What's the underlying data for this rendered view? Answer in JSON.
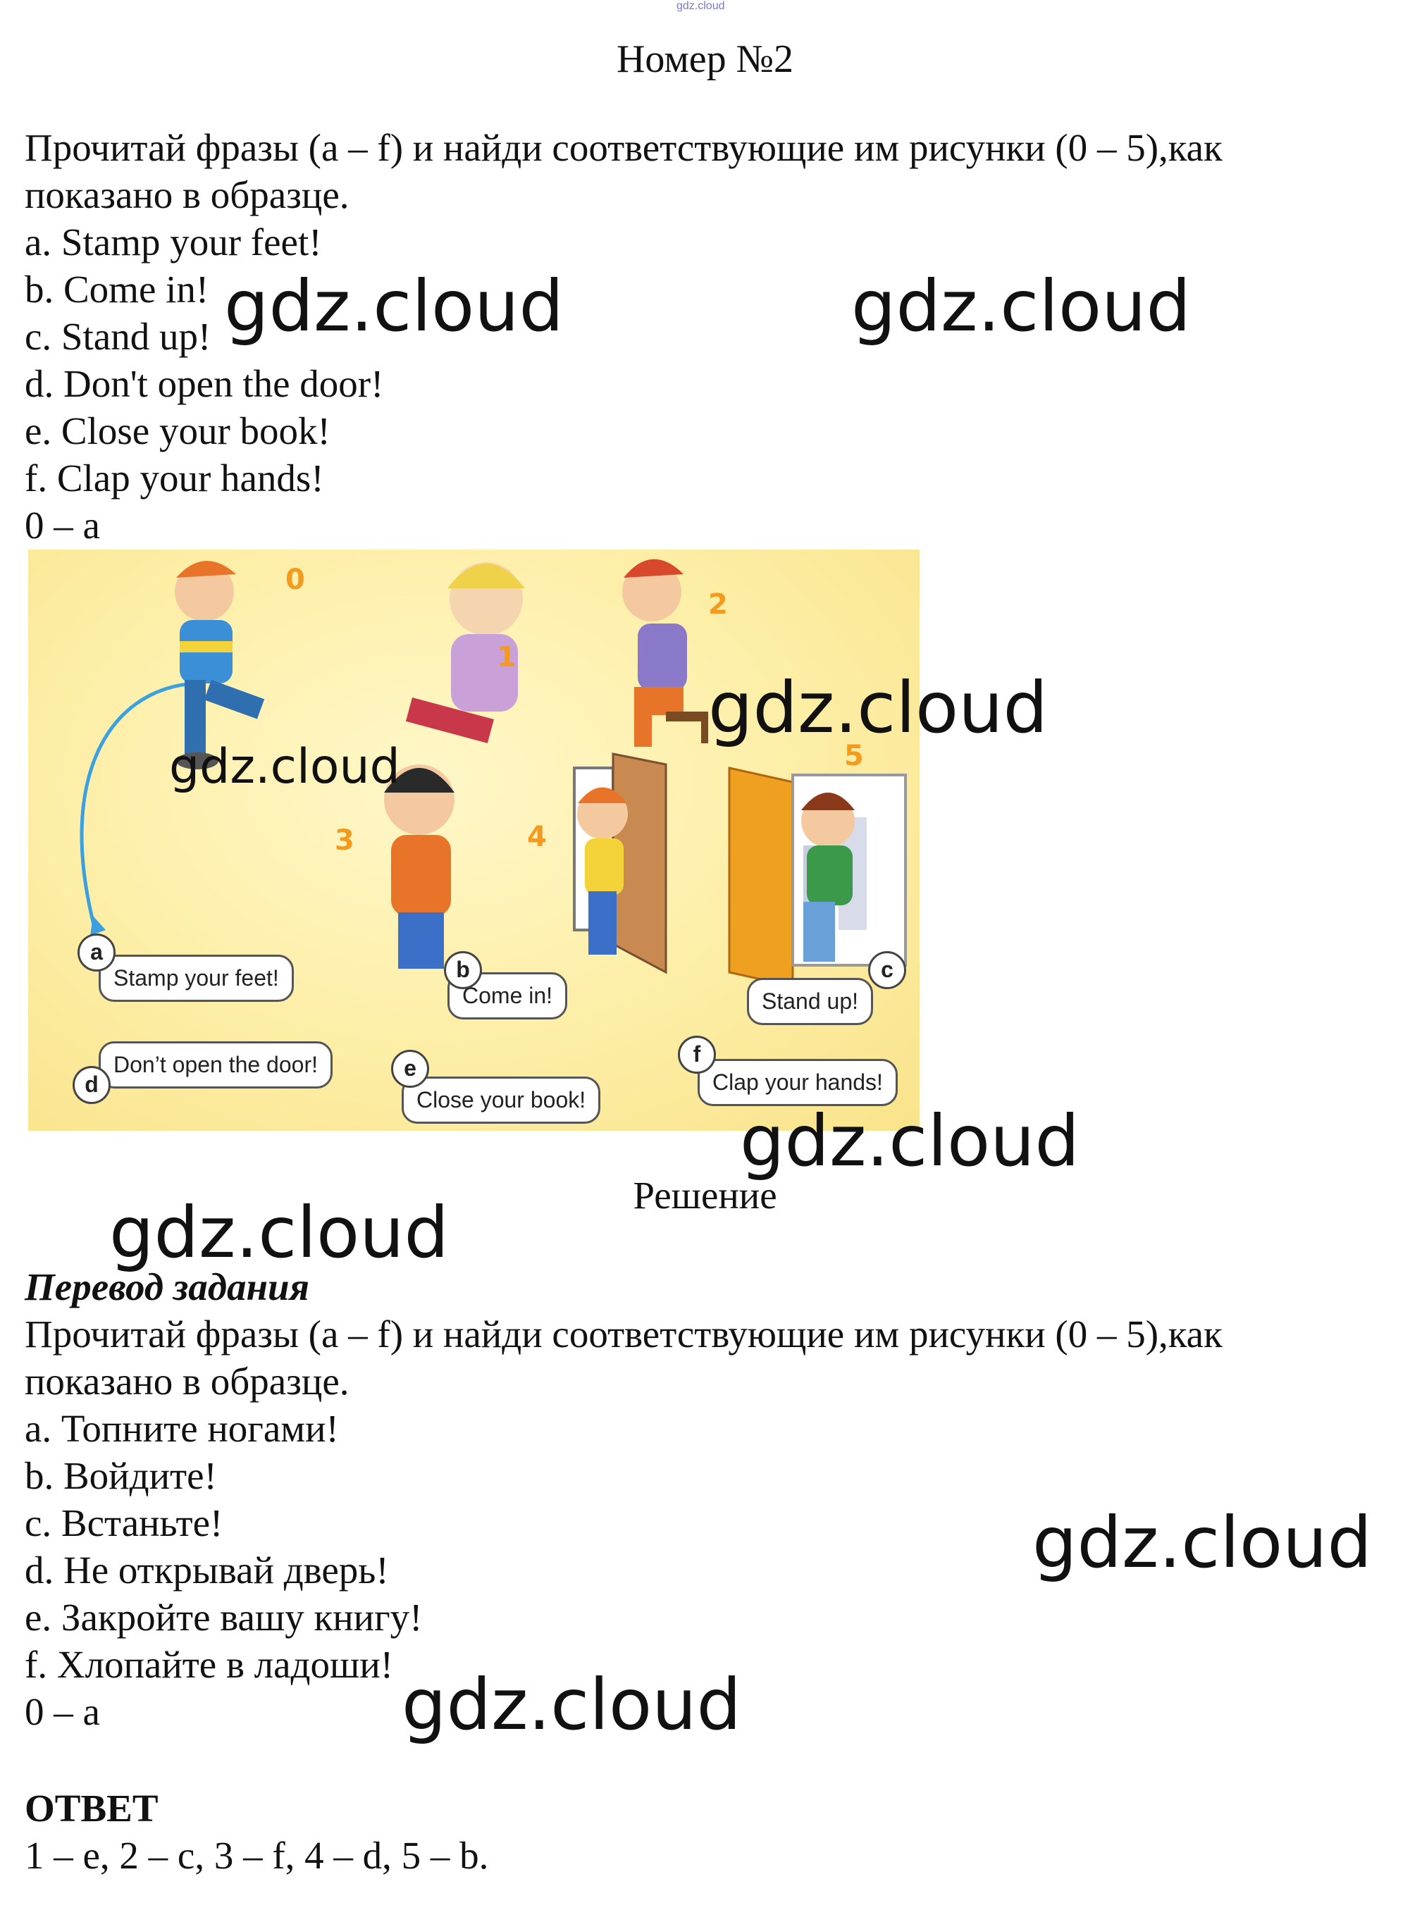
{
  "top_mark": "gdz.cloud",
  "title": "Номер №2",
  "task_text": {
    "line1": "Прочитай фразы (a – f) и найди соответствующие им рисунки (0 – 5),как",
    "line2": "показано в образце.",
    "items": [
      "a. Stamp your feet!",
      "b. Come in!",
      "c. Stand up!",
      "d. Don't open the door!",
      "e. Close your book!",
      "f. Clap your hands!",
      "0 – a"
    ]
  },
  "illustration": {
    "numbers": [
      "0",
      "1",
      "2",
      "3",
      "4",
      "5"
    ],
    "bubbles": {
      "a": {
        "letter": "a",
        "text": "Stamp your feet!"
      },
      "b": {
        "letter": "b",
        "text": "Come in!"
      },
      "c": {
        "letter": "c",
        "text": "Stand up!"
      },
      "d": {
        "letter": "d",
        "text": "Don’t open the door!"
      },
      "e": {
        "letter": "e",
        "text": "Close your book!"
      },
      "f": {
        "letter": "f",
        "text": "Clap your hands!"
      }
    }
  },
  "solution_heading": "Решение",
  "translation": {
    "heading": "Перевод задания",
    "line1": "Прочитай фразы (a – f) и найди соответствующие им рисунки (0 – 5),как",
    "line2": "показано в образце.",
    "items": [
      "a. Топните ногами!",
      "b. Войдите!",
      "c. Встаньте!",
      "d. Не открывай дверь!",
      "e. Закройте вашу книгу!",
      "f. Хлопайте в ладоши!",
      "0 – a"
    ]
  },
  "answer": {
    "heading": "ОТВЕТ",
    "text": "1 – e, 2 – c, 3 – f, 4 – d, 5 – b."
  },
  "watermark": "gdz.cloud",
  "colors": {
    "number_orange": "#f29b1f",
    "panel_yellow": "#fdeea6",
    "arrow_blue": "#3aa0e0"
  }
}
